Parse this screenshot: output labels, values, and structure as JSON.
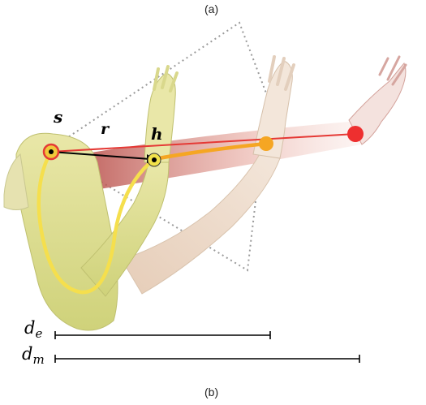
{
  "panels": {
    "top": "(a)",
    "bottom": "(b)"
  },
  "labels": {
    "shoulder": "s",
    "radius": "r",
    "hand": "h",
    "elbow_distance": {
      "base": "d",
      "sub": "e"
    },
    "max_distance": {
      "base": "d",
      "sub": "m"
    }
  },
  "colors": {
    "shoulder_marker": "#e53935",
    "hand_marker": "#f2e24a",
    "mid_marker": "#f5a623",
    "far_marker": "#ee2f2f",
    "reach_line": "#e53935",
    "yellow_path": "#f5df4d",
    "orange_path": "#f5a623",
    "arm_yellow": "#dcdc8a",
    "arm_skin": "#eedccb",
    "arm_red": "#d9857a",
    "frustum": "#9a9a9a"
  }
}
